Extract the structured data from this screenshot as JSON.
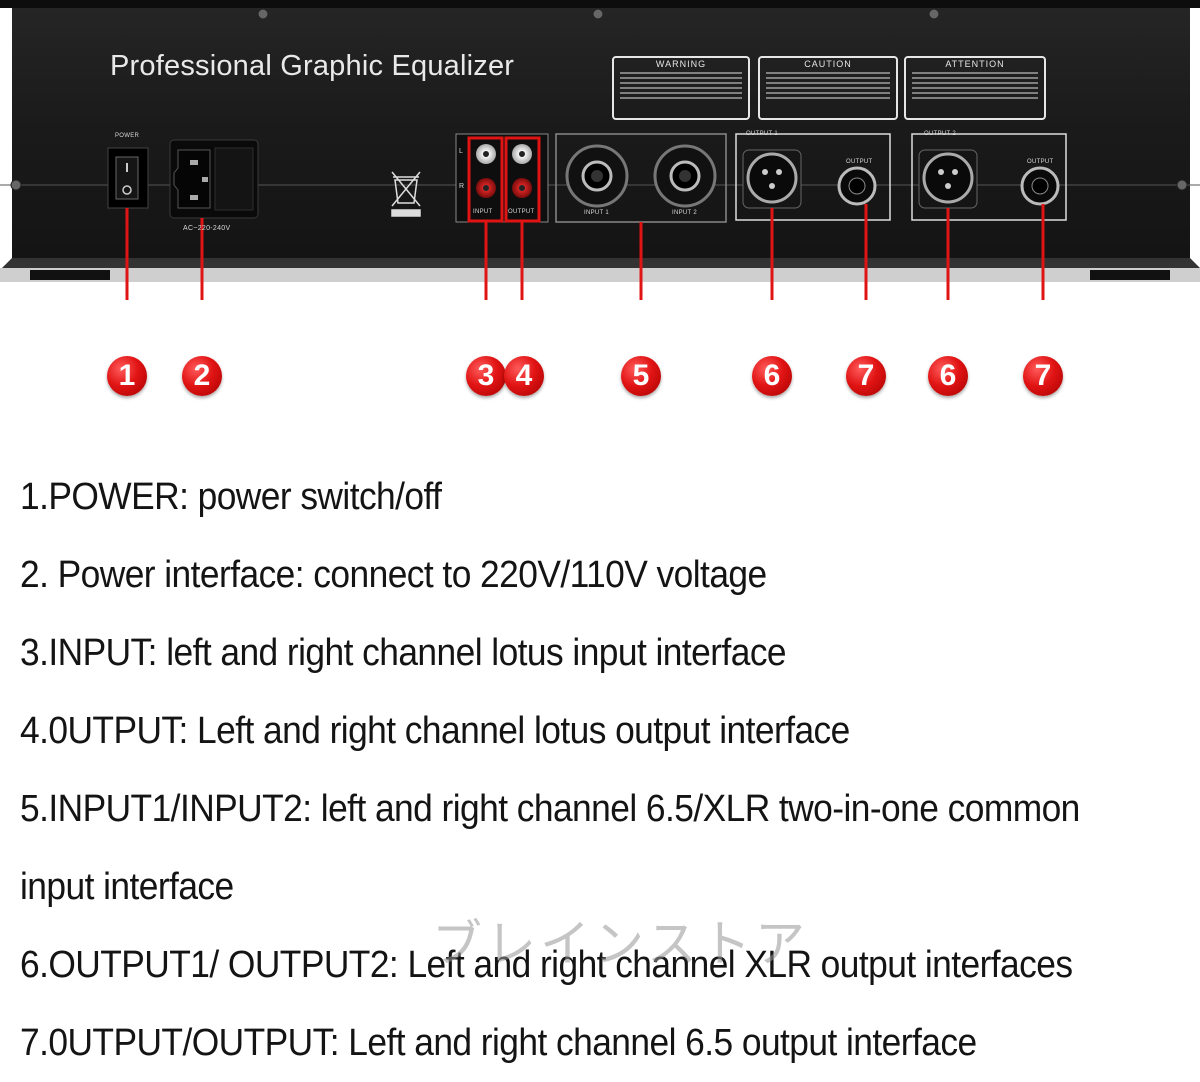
{
  "panel": {
    "title": "Professional Graphic Equalizer",
    "labels": {
      "warning": "WARNING",
      "caution": "CAUTION",
      "attention": "ATTENTION",
      "power": "POWER",
      "ac_voltage": "AC~220-240V",
      "input_rca": "INPUT",
      "output_rca": "OUTPUT",
      "input1": "INPUT 1",
      "input2": "INPUT 2",
      "output1": "OUTPUT 1",
      "output2": "OUTPUT 2",
      "output_jack": "OUTPUT",
      "channel_l": "L",
      "channel_r": "R"
    }
  },
  "callouts": [
    "1",
    "2",
    "3",
    "4",
    "5",
    "6",
    "7",
    "6",
    "7"
  ],
  "descriptions": [
    "1.POWER: power switch/off",
    "2. Power interface: connect to 220V/110V voltage",
    "3.INPUT: left and right channel lotus input interface",
    "4.0UTPUT: Left and right channel lotus output interface",
    "5.INPUT1/INPUT2: left and right channel 6.5/XLR two-in-one common",
    "input interface",
    "6.OUTPUT1/ OUTPUT2: Left and right channel XLR output interfaces",
    "7.0UTPUT/OUTPUT: Left and right channel 6.5 output interface"
  ],
  "watermark": "ブレインストア",
  "colors": {
    "panel": "#1c1c1c",
    "callout_red": "#e11414",
    "text": "#141414"
  }
}
